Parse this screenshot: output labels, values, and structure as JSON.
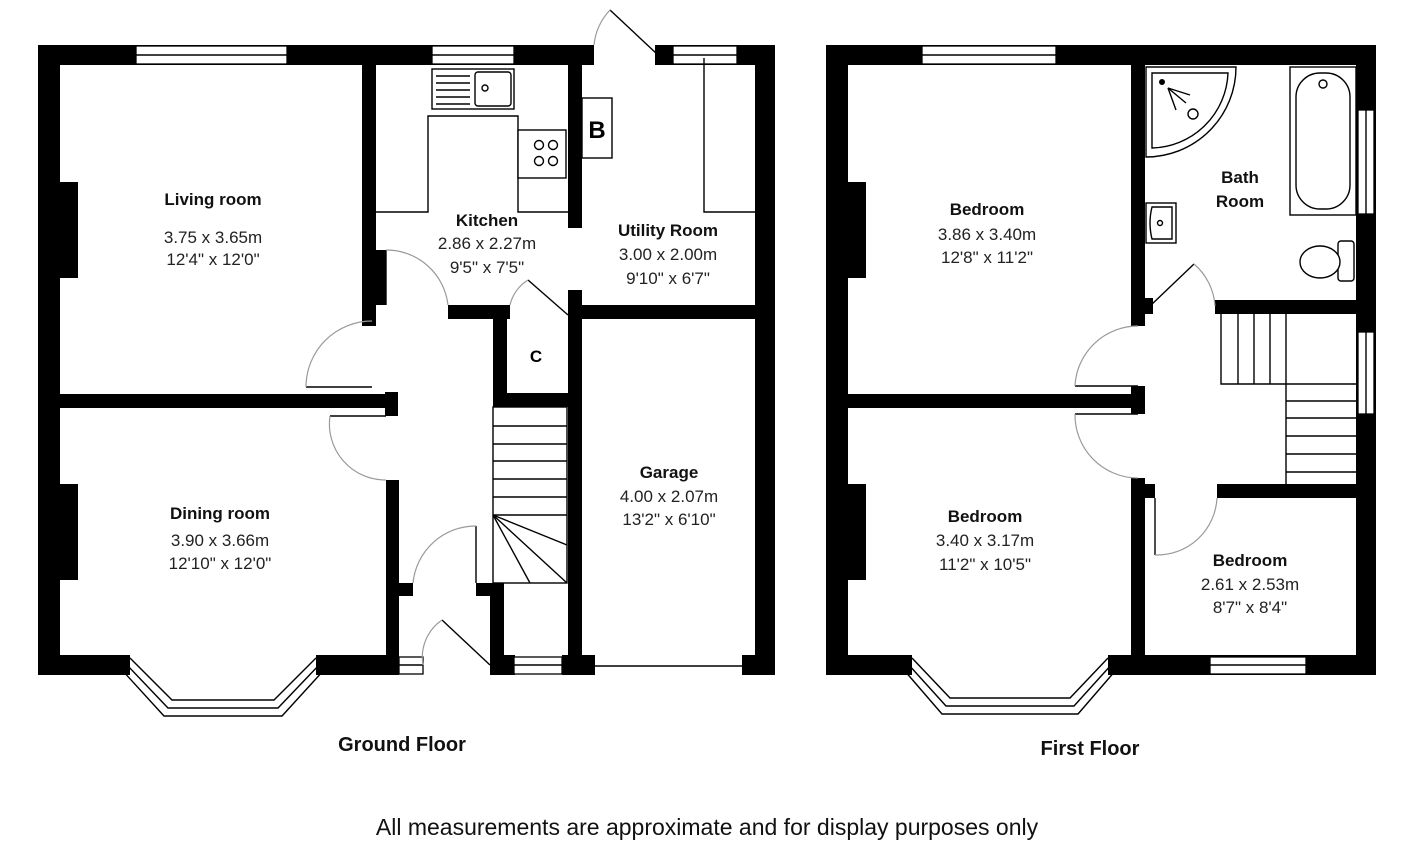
{
  "ground_floor": {
    "label": "Ground Floor",
    "rooms": [
      {
        "name": "Living room",
        "metric": "3.75 x 3.65m",
        "imperial": "12'4\" x 12'0\""
      },
      {
        "name": "Kitchen",
        "metric": "2.86 x 2.27m",
        "imperial": "9'5\" x 7'5\""
      },
      {
        "name": "Utility Room",
        "metric": "3.00 x 2.00m",
        "imperial": "9'10\" x 6'7\""
      },
      {
        "name": "Dining room",
        "metric": "3.90 x 3.66m",
        "imperial": "12'10\" x 12'0\""
      },
      {
        "name": "Garage",
        "metric": "4.00 x 2.07m",
        "imperial": "13'2\" x 6'10\""
      }
    ],
    "markers": {
      "boiler": "B",
      "cupboard": "C"
    }
  },
  "first_floor": {
    "label": "First Floor",
    "rooms": [
      {
        "name": "Bedroom",
        "metric": "3.86 x 3.40m",
        "imperial": "12'8\" x 11'2\""
      },
      {
        "name_line1": "Bath",
        "name_line2": "Room"
      },
      {
        "name": "Bedroom",
        "metric": "3.40 x 3.17m",
        "imperial": "11'2\" x 10'5\""
      },
      {
        "name": "Bedroom",
        "metric": "2.61 x 2.53m",
        "imperial": "8'7\" x 8'4\""
      }
    ]
  },
  "footer": {
    "disclaimer": "All measurements are approximate and for display purposes only"
  },
  "colors": {
    "wall": "#000000",
    "door_swing": "#9a9a9a",
    "background": "#ffffff"
  }
}
